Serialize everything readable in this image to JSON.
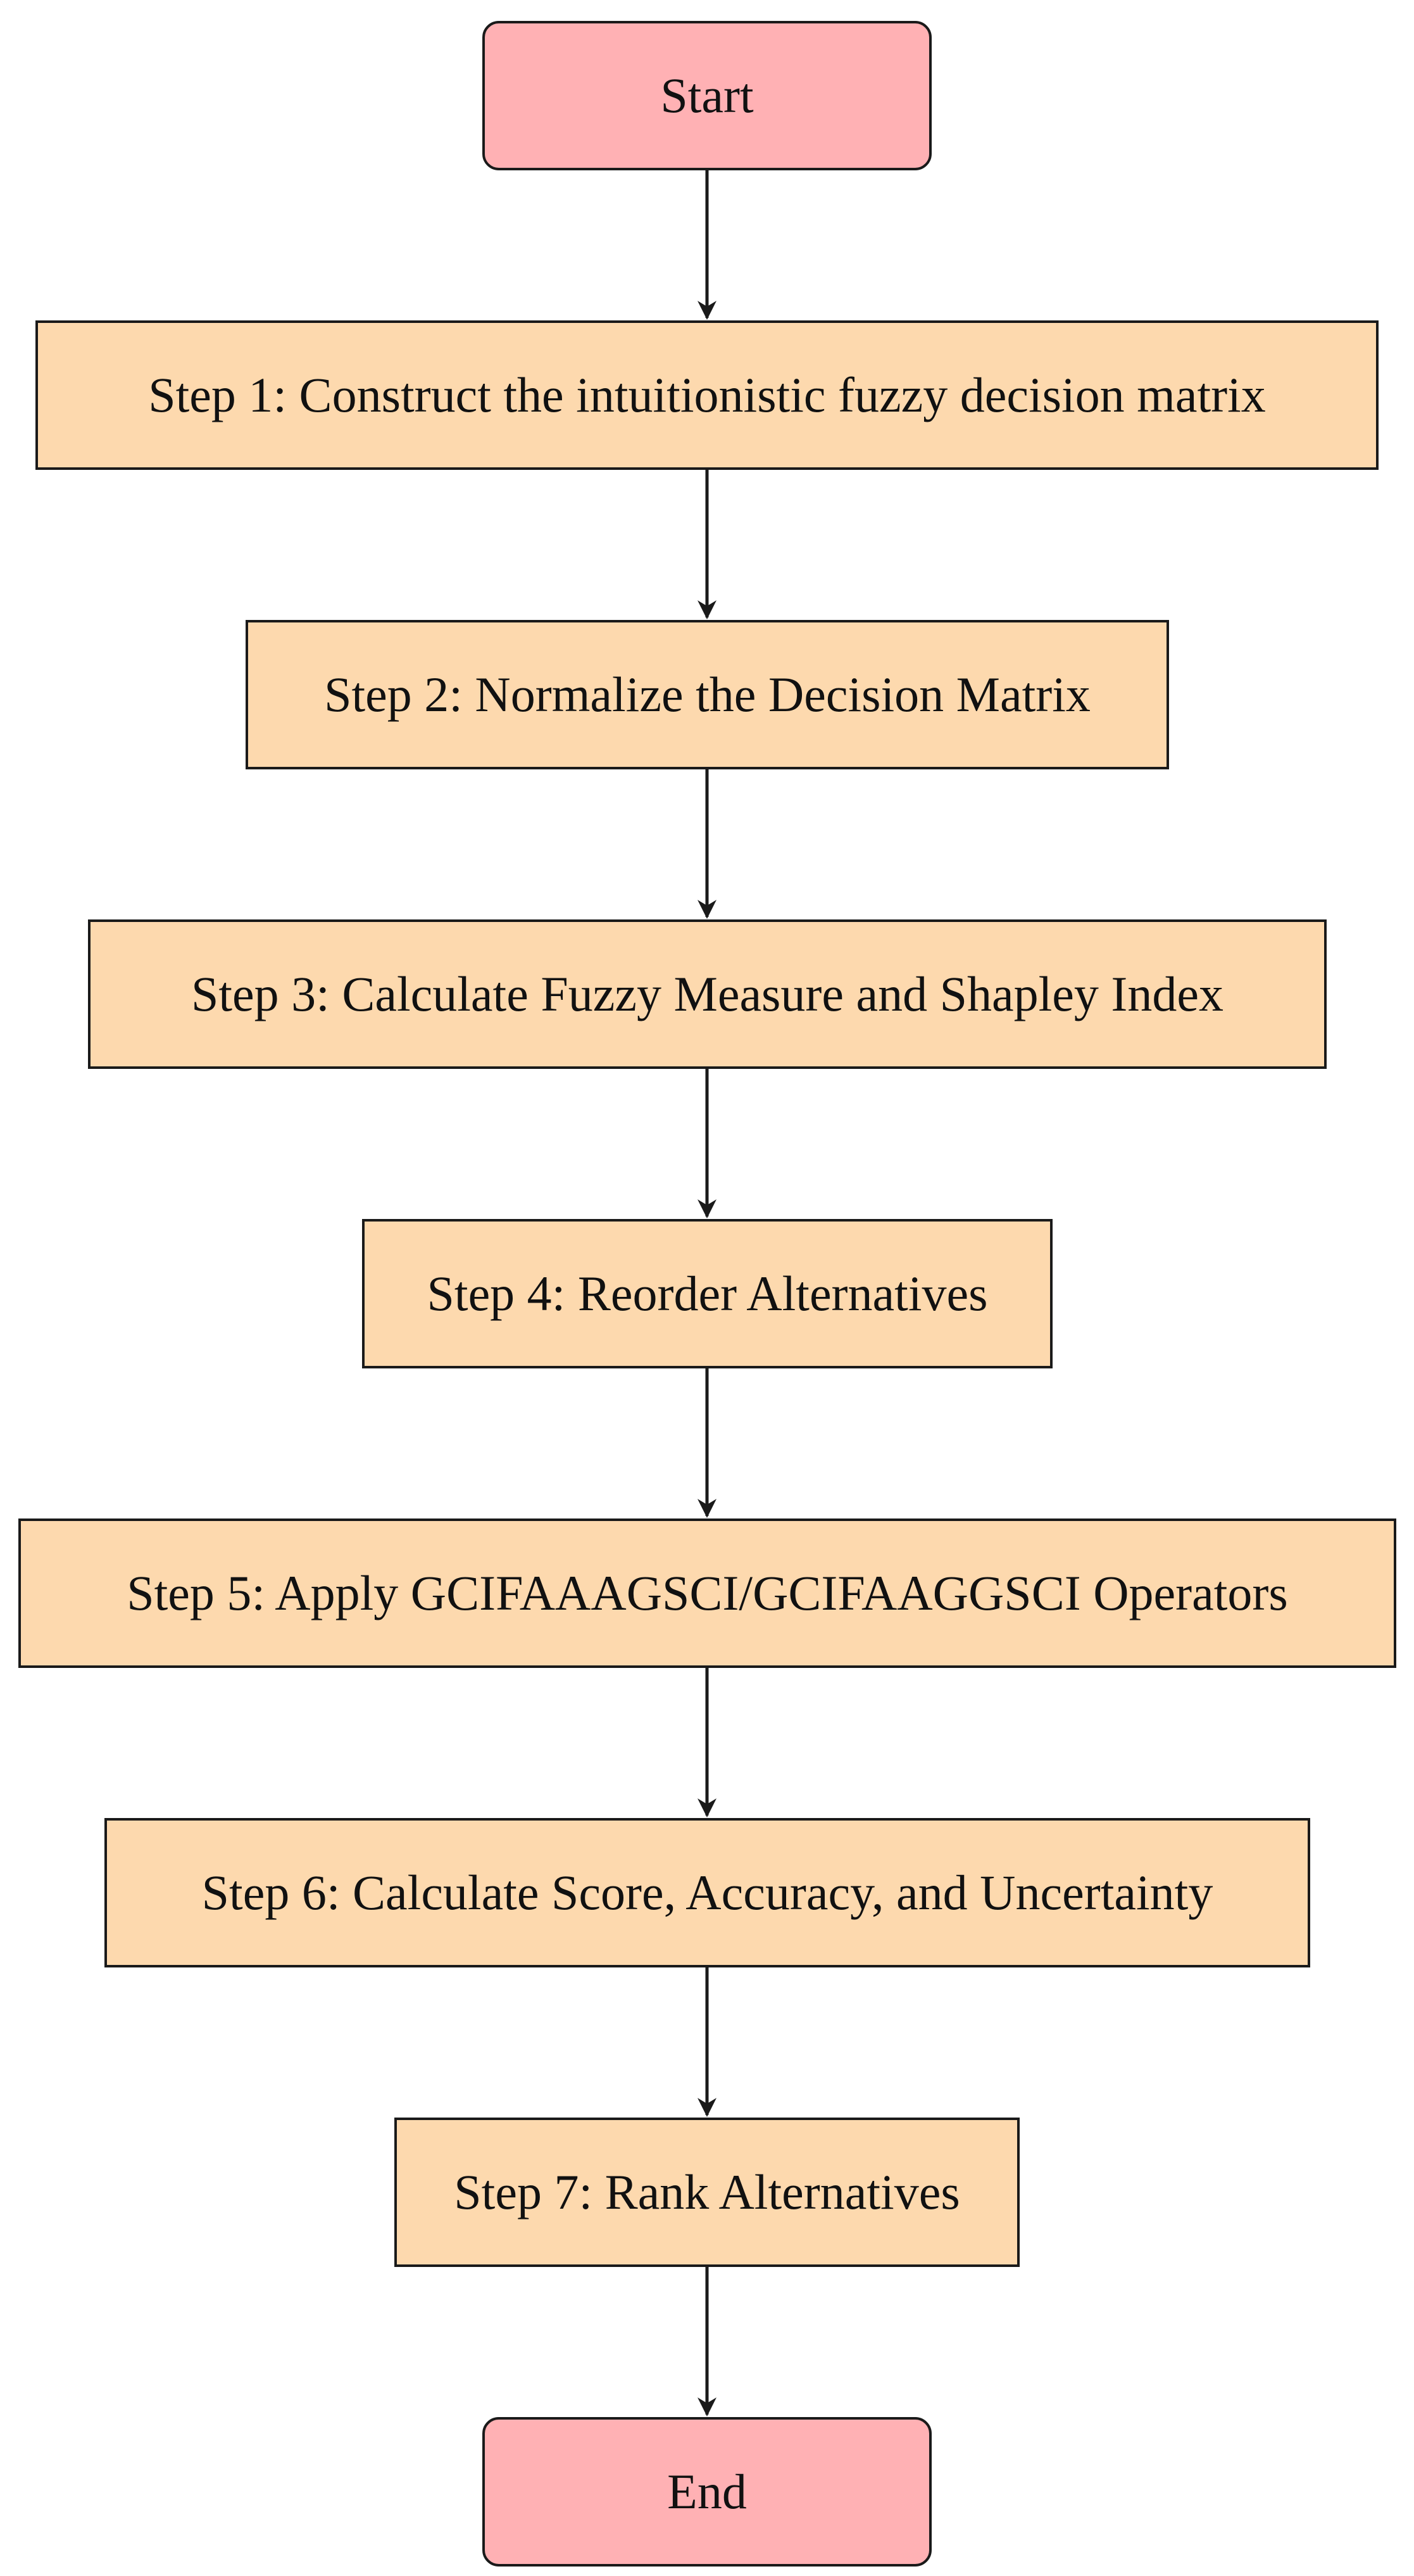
{
  "flowchart": {
    "start": {
      "label": "Start"
    },
    "steps": [
      {
        "label": "Step 1: Construct the intuitionistic fuzzy decision matrix"
      },
      {
        "label": "Step 2: Normalize the Decision Matrix"
      },
      {
        "label": "Step 3: Calculate Fuzzy Measure and Shapley Index"
      },
      {
        "label": "Step 4: Reorder Alternatives"
      },
      {
        "label": "Step 5: Apply GCIFAAAGSCI/GCIFAAGGSCI Operators"
      },
      {
        "label": "Step 6: Calculate Score, Accuracy, and Uncertainty"
      },
      {
        "label": "Step 7: Rank Alternatives"
      }
    ],
    "end": {
      "label": "End"
    },
    "colors": {
      "terminal_fill": "#ffb1b4",
      "step_fill": "#fdd9ae",
      "stroke": "#1a1a1a"
    }
  }
}
